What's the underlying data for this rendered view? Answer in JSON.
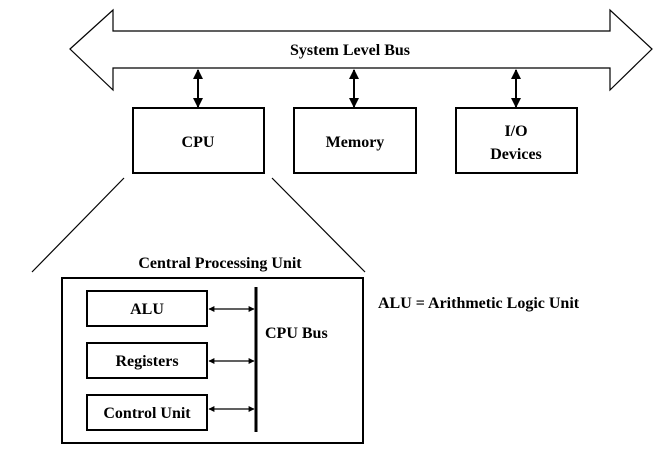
{
  "bus": {
    "label": "System Level Bus"
  },
  "components": {
    "cpu": "CPU",
    "memory": "Memory",
    "io_line1": "I/O",
    "io_line2": "Devices"
  },
  "cpu_detail": {
    "title": "Central Processing Unit",
    "alu": "ALU",
    "registers": "Registers",
    "control_unit": "Control Unit",
    "cpu_bus": "CPU Bus"
  },
  "legend": {
    "alu_definition": "ALU = Arithmetic Logic Unit"
  },
  "colors": {
    "stroke": "#000000",
    "background": "#ffffff"
  }
}
